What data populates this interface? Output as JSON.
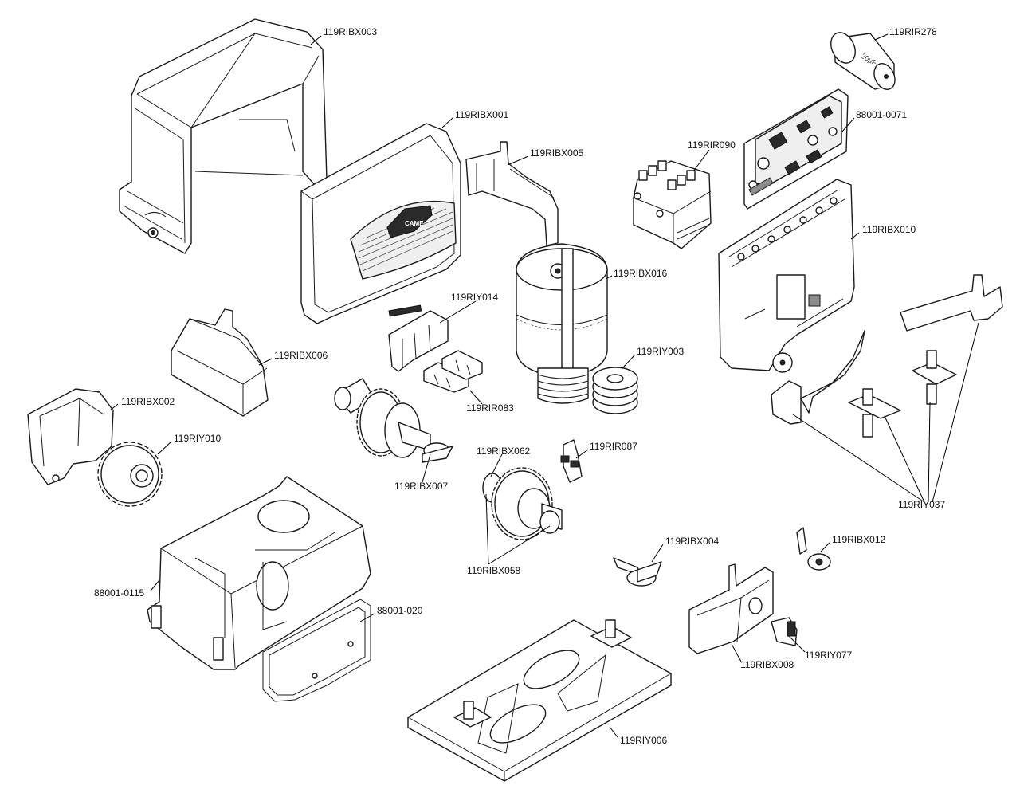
{
  "labels": {
    "rbx003": "119RIBX003",
    "rir278": "119RIR278",
    "rbx001": "119RIBX001",
    "board": "88001-0071",
    "rbx005": "119RIBX005",
    "rir090": "119RIR090",
    "rbx010": "119RIBX010",
    "rbx016": "119RIBX016",
    "riy014": "119RIY014",
    "rbx006": "119RIBX006",
    "riy003": "119RIY003",
    "rbx002": "119RIBX002",
    "rir083": "119RIR083",
    "riy010": "119RIY010",
    "rbx007": "119RIBX007",
    "rir087": "119RIR087",
    "rbx062": "119RIBX062",
    "riy037": "119RIY037",
    "rbx004": "119RIBX004",
    "rbx012": "119RIBX012",
    "rbx058": "119RIBX058",
    "base": "88001-0115",
    "gasket": "88001-020",
    "riy077": "119RIY077",
    "rbx008": "119RIBX008",
    "riy006": "119RIY006"
  },
  "capacitor_text": "20μF",
  "logo_text": "CAME"
}
